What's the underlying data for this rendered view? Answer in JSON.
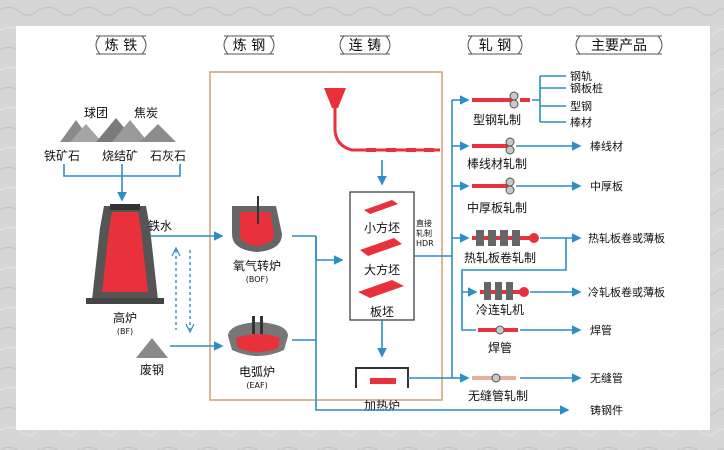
{
  "headers": {
    "ironmaking": "炼 铁",
    "steelmaking": "炼 钢",
    "casting": "连 铸",
    "rolling": "轧 钢",
    "products": "主要产品"
  },
  "raw": {
    "pellets": "球团",
    "coke": "焦炭",
    "iron_ore": "铁矿石",
    "sinter": "烧结矿",
    "limestone": "石灰石",
    "scrap": "废钢",
    "hot_metal": "铁水"
  },
  "furnace": {
    "blast_furnace": "高炉",
    "blast_furnace_abbr": "(BF)",
    "bof": "氧气转炉",
    "bof_abbr": "(BOF)",
    "eaf": "电弧炉",
    "eaf_abbr": "(EAF)"
  },
  "casting": {
    "billet": "小方坯",
    "bloom": "大方坯",
    "slab": "板坯",
    "reheat": "加热炉",
    "hdr_line1": "直接",
    "hdr_line2": "轧制",
    "hdr_abbr": "HDR"
  },
  "mills": {
    "section": "型钢轧制",
    "wire": "棒线材轧制",
    "plate": "中厚板轧制",
    "hot_strip": "热轧板卷轧制",
    "cold": "冷连轧机",
    "weld": "焊管",
    "seamless": "无缝管轧制"
  },
  "products": {
    "rail": "钢轨",
    "sheet_pile": "钢板桩",
    "section_steel": "型钢",
    "bar": "棒材",
    "wire_rod": "棒线材",
    "plate": "中厚板",
    "hot_coil": "热轧板卷或薄板",
    "cold_coil": "冷轧板卷或薄板",
    "welded_pipe": "焊管",
    "seamless_pipe": "无缝管",
    "casting": "铸钢件"
  },
  "colors": {
    "flow": "#2b8fc7",
    "steel_red": "#e8313a",
    "frame": "#c8a27a"
  }
}
